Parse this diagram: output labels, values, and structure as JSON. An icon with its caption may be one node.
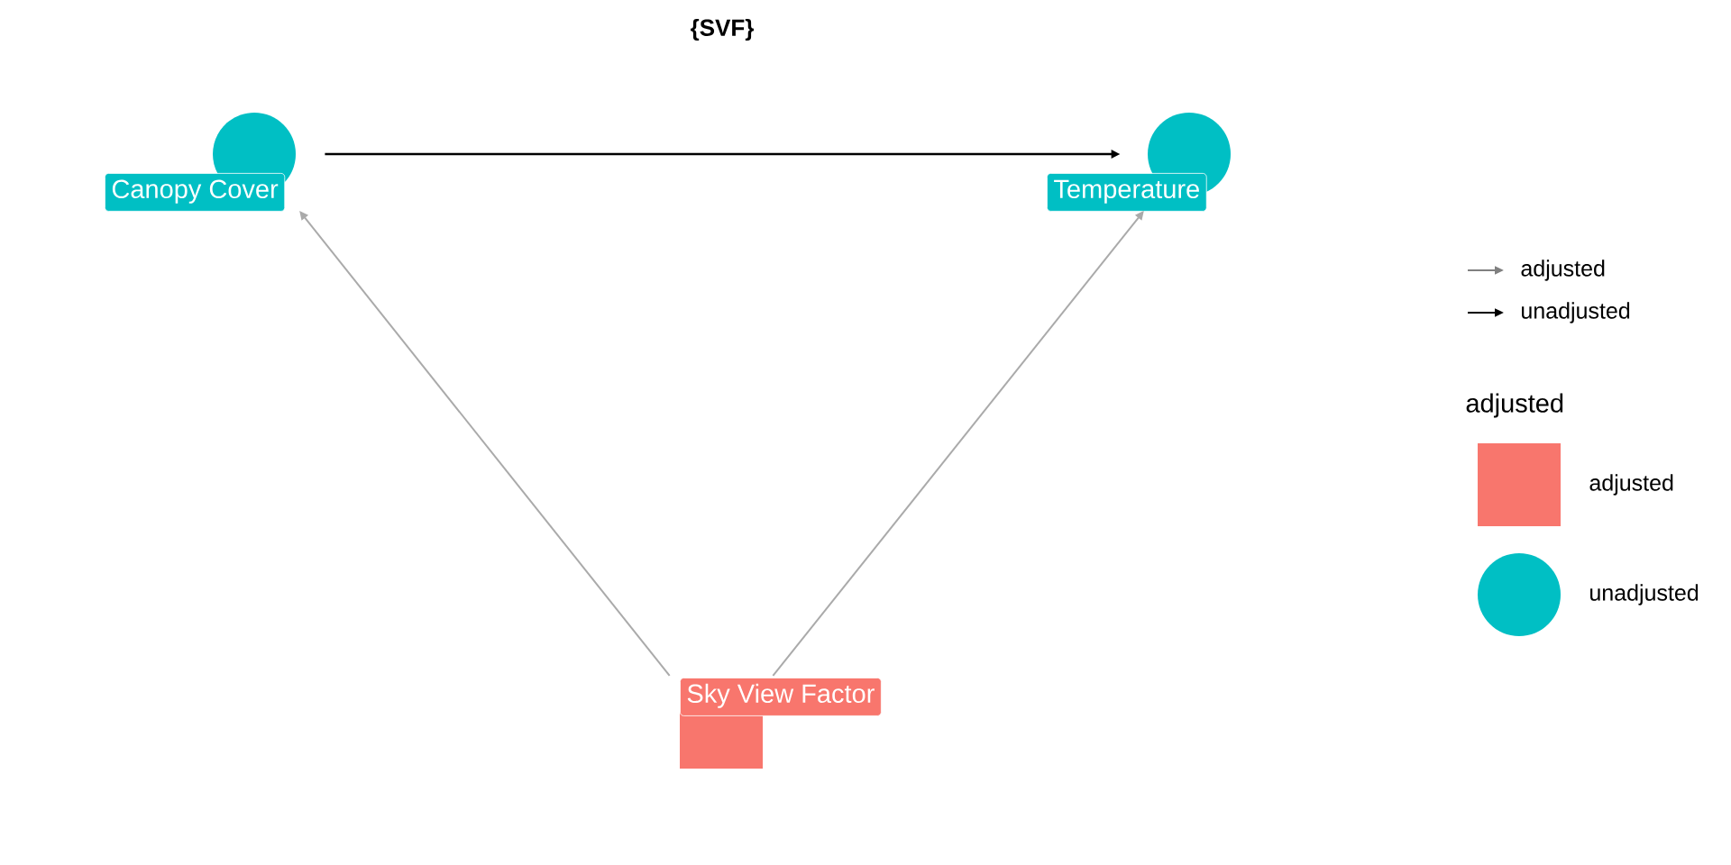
{
  "diagram": {
    "title": "{SVF}",
    "nodes": [
      {
        "text": [
          "Canopy Cover"
        ]
      },
      {
        "text": [
          "Temperature"
        ]
      },
      {
        "text": [
          "Sky View Factor"
        ]
      }
    ],
    "edges": [
      {
        "from": 0,
        "to": 1,
        "arrow": "to",
        "color": "#000000"
      },
      {
        "from": 2,
        "to": 0,
        "arrow": "to"
      },
      {
        "from": 2,
        "to": 1,
        "arrow": "to"
      }
    ],
    "labels": [
      "adjusted"
    ],
    "legend": [
      {
        "text": "adjusted"
      },
      {
        "text": "unadjusted"
      },
      {
        "text": "adjusted",
        "color": "#f8766d"
      },
      {
        "text": "unadjusted",
        "color": "#00bfc4"
      }
    ]
  }
}
